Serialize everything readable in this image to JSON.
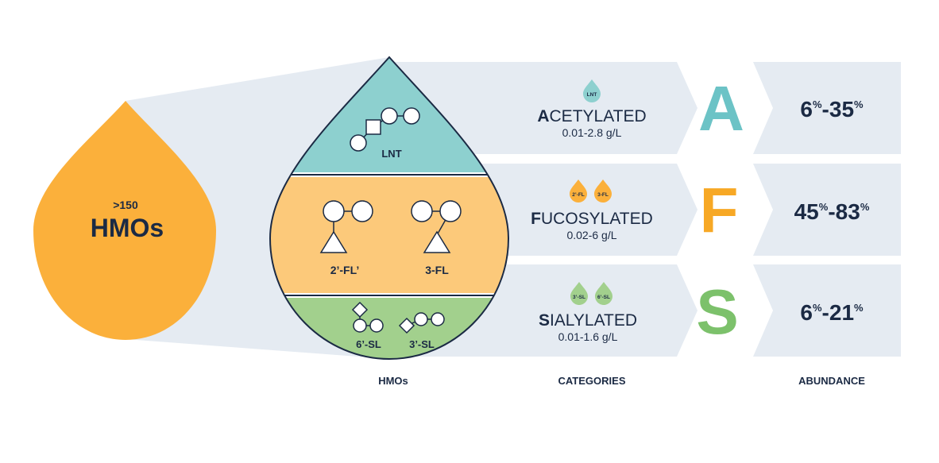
{
  "colors": {
    "panel": "#e5ebf2",
    "orange": "#fbb03b",
    "teal": "#8dd0cf",
    "peach": "#fcc97a",
    "green": "#a2d08d",
    "navy": "#1b2a44",
    "tealLetter": "#6cc3c6",
    "orangeLetter": "#f7a825",
    "greenLetter": "#7cc16b"
  },
  "main_drop": {
    "count": ">150",
    "label": "HMOs"
  },
  "structures": {
    "lnt": "LNT",
    "fl2": "2’-FL’",
    "fl3": "3-FL",
    "sl6": "6’-SL",
    "sl3": "3’-SL"
  },
  "categories": [
    {
      "badges": [
        "LNT"
      ],
      "first_letter": "A",
      "rest": "CETYLATED",
      "range": "0.01-2.8 g/L",
      "letter": "A",
      "abundance_low": "6",
      "abundance_high": "35"
    },
    {
      "badges": [
        "2’-FL",
        "3-FL"
      ],
      "first_letter": "F",
      "rest": "UCOSYLATED",
      "range": "0.02-6 g/L",
      "letter": "F",
      "abundance_low": "45",
      "abundance_high": "83"
    },
    {
      "badges": [
        "3’-SL",
        "6’-SL"
      ],
      "first_letter": "S",
      "rest": "IALYLATED",
      "range": "0.01-1.6 g/L",
      "letter": "S",
      "abundance_low": "6",
      "abundance_high": "21"
    }
  ],
  "percent_sign": "%",
  "dash": "-",
  "column_labels": {
    "hmos": "HMOs",
    "categories": "CATEGORIES",
    "abundance": "ABUNDANCE"
  }
}
